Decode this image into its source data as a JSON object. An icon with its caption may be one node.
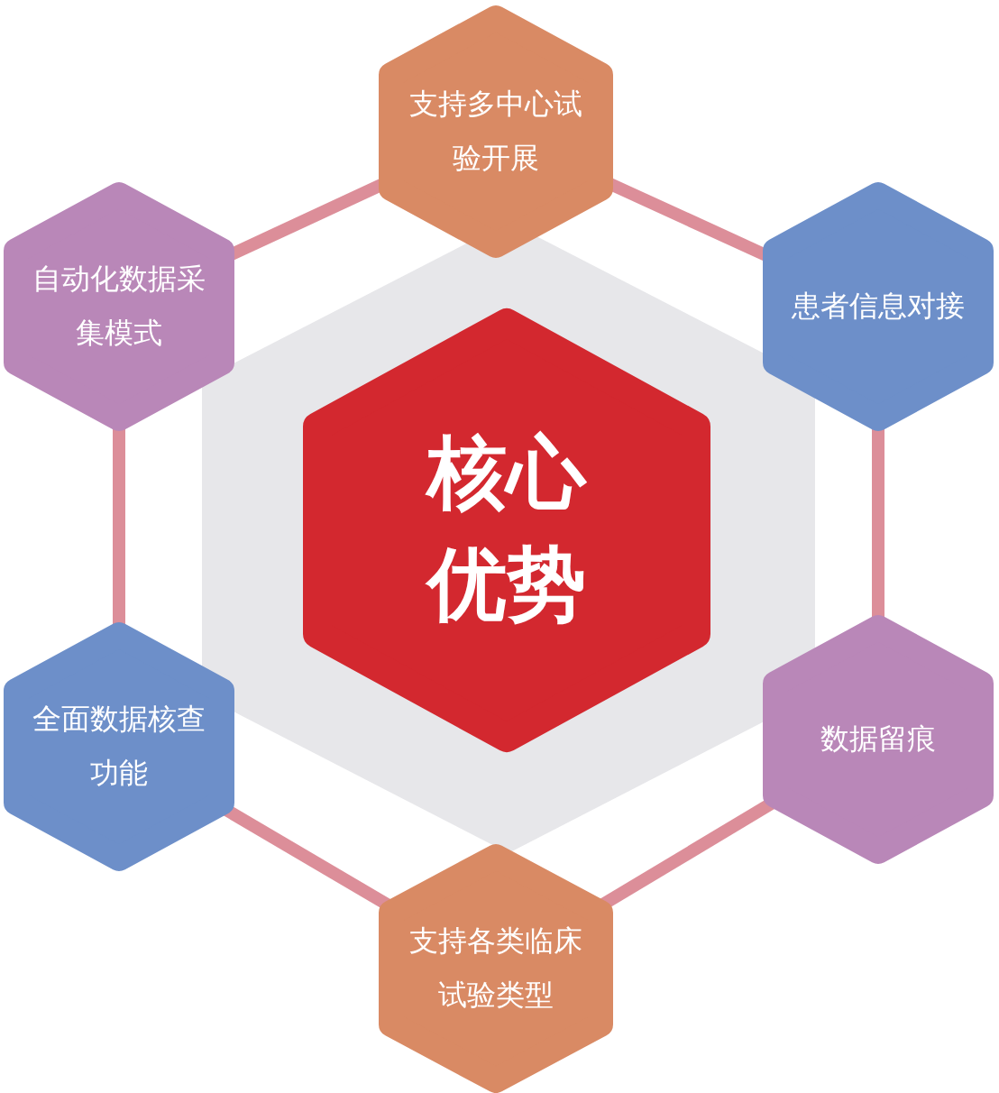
{
  "diagram": {
    "nodes": [
      {
        "text": [
          "核心优势"
        ]
      },
      {
        "text": [
          "支持多中心试验开展"
        ]
      },
      {
        "text": [
          "自动化数据采集模式"
        ]
      },
      {
        "text": [
          "患者信息对接"
        ]
      },
      {
        "text": [
          "全面数据核查功能"
        ]
      },
      {
        "text": [
          "数据留痕"
        ]
      },
      {
        "text": [
          "支持各类临床试验类型"
        ]
      }
    ],
    "edges": [
      {
        "from": 1,
        "to": 3,
        "arrow": "none"
      },
      {
        "from": 3,
        "to": 5,
        "arrow": "none"
      },
      {
        "from": 5,
        "to": 6,
        "arrow": "none"
      },
      {
        "from": 6,
        "to": 4,
        "arrow": "none"
      },
      {
        "from": 4,
        "to": 2,
        "arrow": "none"
      },
      {
        "from": 2,
        "to": 1,
        "arrow": "none"
      }
    ]
  }
}
